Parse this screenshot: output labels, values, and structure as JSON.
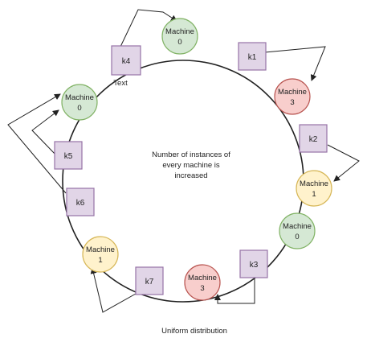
{
  "colors": {
    "ring": "#222222",
    "green_fill": "#d5e8d4",
    "green_stroke": "#82b366",
    "red_fill": "#f8cecc",
    "red_stroke": "#b85450",
    "yellow_fill": "#fff2cc",
    "yellow_stroke": "#d6b656",
    "key_fill": "#e1d5e7",
    "key_stroke": "#9673a6"
  },
  "machines": [
    {
      "id": "m0-top",
      "line1": "Machine",
      "line2": "0",
      "color": "green"
    },
    {
      "id": "m3-right",
      "line1": "Machine",
      "line2": "3",
      "color": "red"
    },
    {
      "id": "m1-right",
      "line1": "Machine",
      "line2": "1",
      "color": "yellow"
    },
    {
      "id": "m0-right",
      "line1": "Machine",
      "line2": "0",
      "color": "green"
    },
    {
      "id": "m3-bottom",
      "line1": "Machine",
      "line2": "3",
      "color": "red"
    },
    {
      "id": "m1-left",
      "line1": "Machine",
      "line2": "1",
      "color": "yellow"
    },
    {
      "id": "m0-left",
      "line1": "Machine",
      "line2": "0",
      "color": "green"
    }
  ],
  "keys": [
    {
      "id": "k4",
      "label": "k4"
    },
    {
      "id": "k1",
      "label": "k1"
    },
    {
      "id": "k2",
      "label": "k2"
    },
    {
      "id": "k3",
      "label": "k3"
    },
    {
      "id": "k7",
      "label": "k7"
    },
    {
      "id": "k6",
      "label": "k6"
    },
    {
      "id": "k5",
      "label": "k5"
    }
  ],
  "text_label": "Text",
  "center_text": [
    "Number of instances of",
    "every machine is",
    "increased"
  ],
  "caption": "Uniform distribution"
}
